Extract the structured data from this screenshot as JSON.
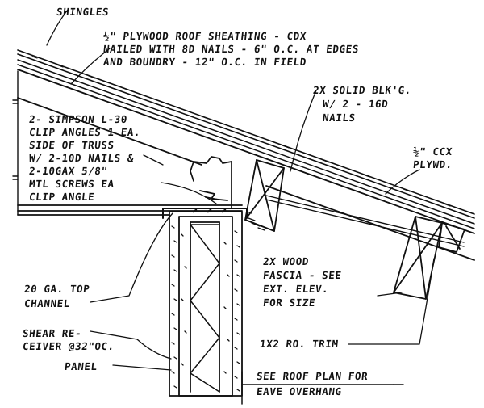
{
  "labels": {
    "shingles": "SHINGLES",
    "sheathing_1": "½\" PLYWOOD ROOF SHEATHING - CDX",
    "sheathing_2": "NAILED WITH 8d NAILS - 6\" O.C. AT EDGES",
    "sheathing_3": "AND BOUNDRY - 12\" O.C. IN FIELD",
    "blocking_1": "2x SOLID BLK'G.",
    "blocking_2": "W/ 2 - 16d",
    "blocking_3": "NAILS",
    "clip_1": "2- SIMPSON L-30",
    "clip_2": "CLIP ANGLES 1 EA.",
    "clip_3": "SIDE OF TRUSS",
    "clip_4": "W/ 2-10d NAILS &",
    "clip_5": "2-10GAx 5/8\"",
    "clip_6": "MTL SCREWS EA",
    "clip_7": "CLIP ANGLE",
    "ccx_1": "½\" CCX",
    "ccx_2": "PLYWD.",
    "fascia_1": "2x WOOD",
    "fascia_2": "FASCIA - SEE",
    "fascia_3": "EXT. ELEV.",
    "fascia_4": "FOR SIZE",
    "channel_1": "20 GA. TOP",
    "channel_2": "CHANNEL",
    "shear_1": "SHEAR RE-",
    "shear_2": "CEIVER @32\"OC.",
    "panel": "PANEL",
    "trim": "1x2 RO. TRIM",
    "eave_1": "SEE ROOF PLAN FOR",
    "eave_2": "EAVE OVERHANG"
  }
}
